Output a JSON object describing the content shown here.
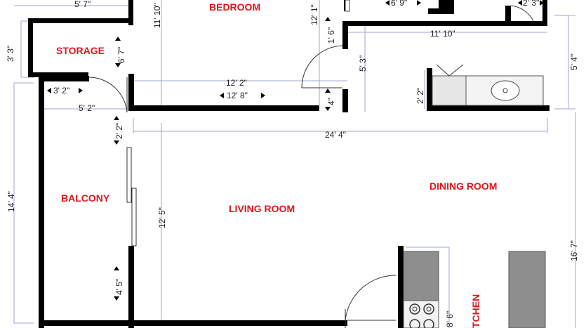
{
  "rooms": {
    "bedroom": "BEDROOM",
    "storage": "STORAGE",
    "balcony": "BALCONY",
    "living_room": "LIVING ROOM",
    "dining_room": "DINING ROOM",
    "kitchen": "TCHEN"
  },
  "dimensions": {
    "top_left_width": "5' 7\"",
    "bedroom_height": "11' 10\"",
    "bedroom_closet": "12' 1\"",
    "door_top": "6' 9\"",
    "top_right": "2' 3\"",
    "storage_outer_height": "3' 3\"",
    "storage_height": "6' 7\"",
    "hall_opening": "1' 6\"",
    "bath_width": "11' 10\"",
    "bath_height": "5' 3\"",
    "right_height_upper": "5' 4\"",
    "bedroom_width": "12' 2\"",
    "bedroom_inner_width": "12' 8\"",
    "storage_inner": "3' 2\"",
    "vanity": "2' 2\"",
    "door_small": "4\"",
    "balcony_width": "5' 2\"",
    "balcony_door": "2' 2\"",
    "total_width": "24' 4\"",
    "balcony_height": "14' 4\"",
    "living_height": "12' 5\"",
    "right_height_lower": "16' 7\"",
    "balcony_lower_door": "4' 5\"",
    "kitchen_width": "8' 6\""
  }
}
